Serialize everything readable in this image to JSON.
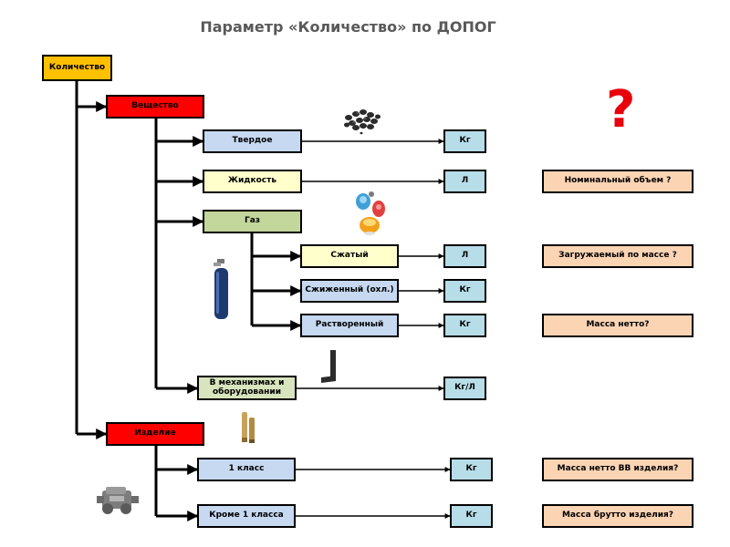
{
  "title": "Параметр «Количество» по ДОПОГ",
  "colors": {
    "root": "#ffc000",
    "category": "#ff0000",
    "substance": "#c6d9f1",
    "liquid": "#ffffcc",
    "gas": "#c3d69b",
    "unit": "#b7dde8",
    "note": "#fbd4b4",
    "question": "#e8000b"
  },
  "root_label": "Количество",
  "categories": {
    "substance": "Вещество",
    "article": "Изделие"
  },
  "substances": {
    "solid": "Твердое",
    "liquid": "Жидкость",
    "gas": "Газ",
    "compressed": "Сжатый",
    "liquefied": "Сжиженный (охл.)",
    "dissolved": "Растворенный",
    "in_machinery": "В механизмах и оборудовании"
  },
  "articles": {
    "class1": "1 класс",
    "except_class1": "Кроме 1 класса"
  },
  "units": {
    "solid": "Кг",
    "liquid": "Л",
    "compressed": "Л",
    "liquefied": "Кг",
    "dissolved": "Кг",
    "in_machinery": "Кг/Л",
    "class1": "Кг",
    "except_class1": "Кг"
  },
  "notes": {
    "nominal_volume": "Номинальный объем ?",
    "loaded_by_mass": "Загружаемый по массе ?",
    "net_mass": "Масса нетто?",
    "net_mass_explosive": "Масса нетто ВВ изделия?",
    "gross_mass_article": "Масса брутто изделия?"
  },
  "question_mark": "?",
  "icons": {
    "solid": "granules-icon",
    "liquid": "flasks-icon",
    "gas": "gas-cylinder-icon",
    "machinery": "bracket-icon",
    "explosive_article": "cartridge-icon",
    "other_article": "engine-icon"
  }
}
